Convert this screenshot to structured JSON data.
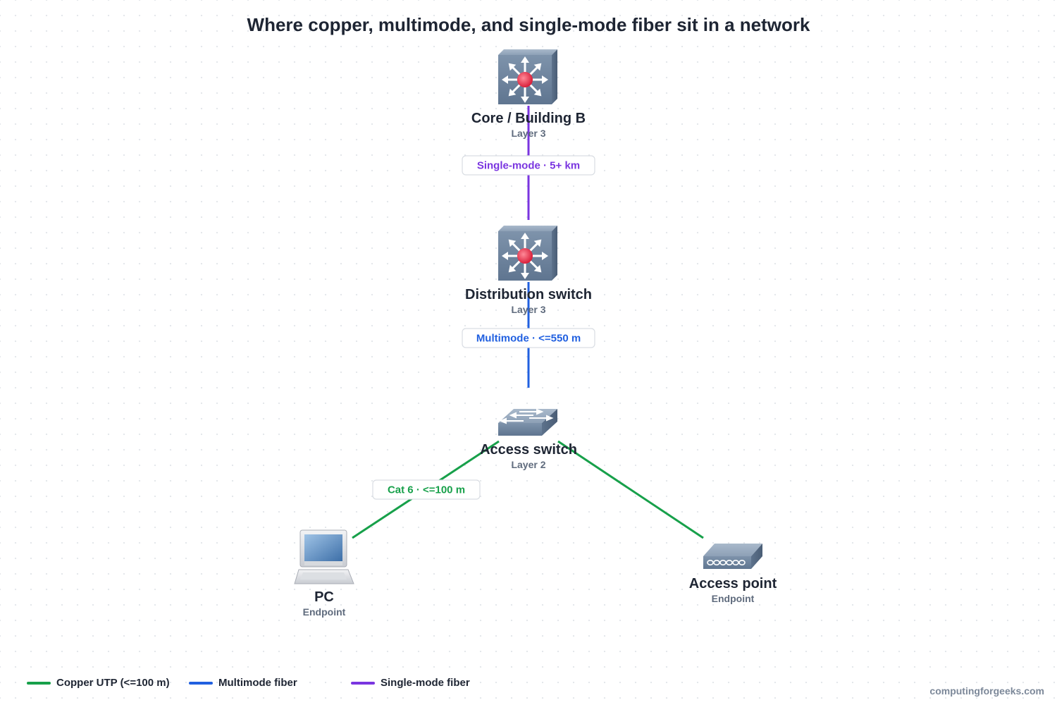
{
  "title": "Where copper, multimode, and single-mode fiber sit in a network",
  "colors": {
    "copper": "#17a04a",
    "multimode": "#2160e0",
    "singlemode": "#7a35e0",
    "text": "#1e2533",
    "subtext": "#5f6b7d"
  },
  "nodes": {
    "core": {
      "name": "Core / Building B",
      "role": "Layer 3",
      "icon": "layer3-switch-icon"
    },
    "distribution": {
      "name": "Distribution switch",
      "role": "Layer 3",
      "icon": "layer3-switch-icon"
    },
    "access": {
      "name": "Access switch",
      "role": "Layer 2",
      "icon": "layer2-switch-icon"
    },
    "pc": {
      "name": "PC",
      "role": "Endpoint",
      "icon": "laptop-icon"
    },
    "ap": {
      "name": "Access point",
      "role": "Endpoint",
      "icon": "access-point-icon"
    }
  },
  "links": {
    "core_dist": {
      "label": "Single-mode · 5+ km",
      "type": "singlemode"
    },
    "dist_access": {
      "label": "Multimode · <=550 m",
      "type": "multimode"
    },
    "access_pc": {
      "label": "Cat 6 · <=100 m",
      "type": "copper"
    },
    "access_ap": {
      "label": "",
      "type": "copper"
    }
  },
  "legend": [
    {
      "label": "Copper UTP (<=100 m)",
      "color": "#17a04a"
    },
    {
      "label": "Multimode fiber",
      "color": "#2160e0"
    },
    {
      "label": "Single-mode fiber",
      "color": "#7a35e0"
    }
  ],
  "credit": "computingforgeeks.com"
}
